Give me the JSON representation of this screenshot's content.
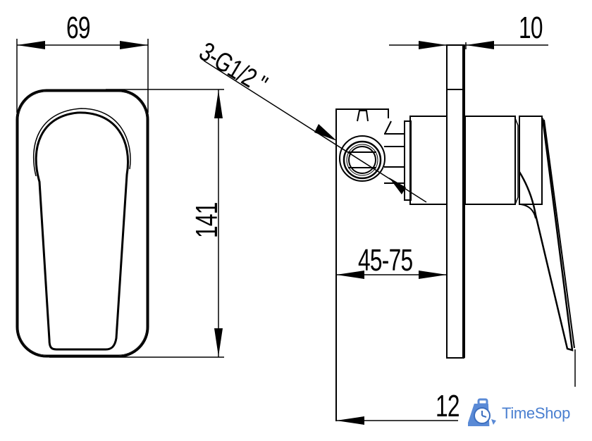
{
  "drawing": {
    "type": "technical-dimension-drawing",
    "subject": "concealed single-lever shower mixer",
    "views": [
      "front-view",
      "side-view"
    ],
    "line_color": "#000000",
    "background": "#ffffff"
  },
  "dimensions": {
    "width": "69",
    "height": "141",
    "plate_thickness": "10",
    "wall_depth_range": "45-75",
    "overall_depth": "12",
    "thread_connections": "3-G1/2 \""
  },
  "watermark": {
    "brand": "TimeShop",
    "icon": "clock-bag-icon",
    "color": "#4a7fd0"
  }
}
